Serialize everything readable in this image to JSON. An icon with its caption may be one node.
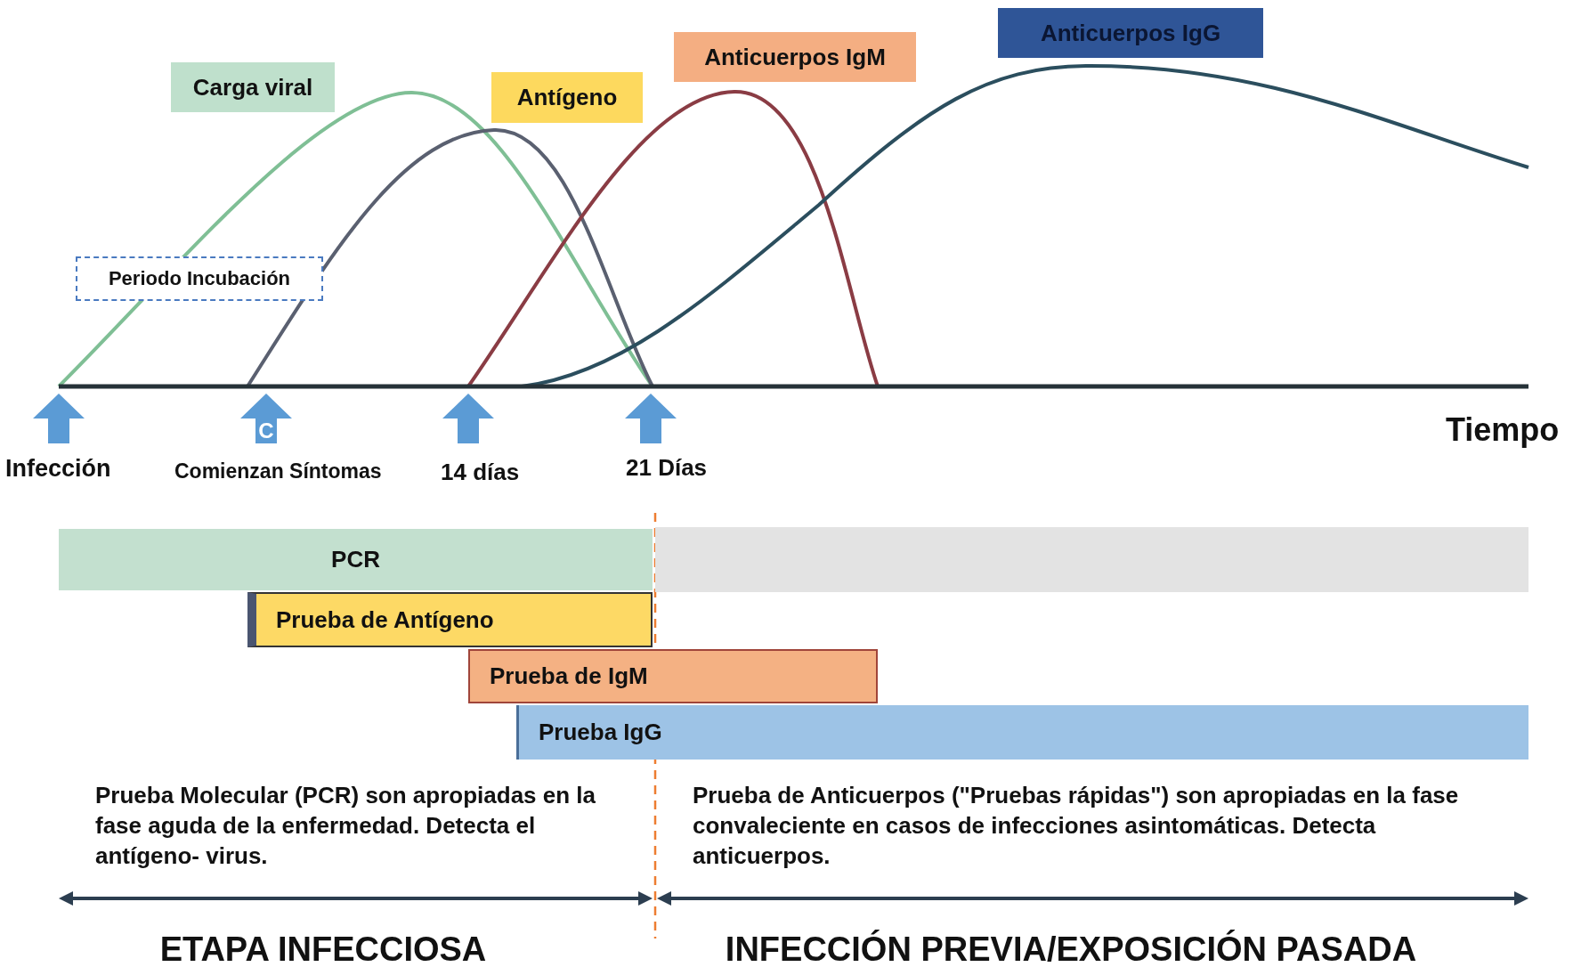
{
  "diagram": {
    "nodes": [
      {
        "text": [
          "Carga viral"
        ]
      },
      {
        "text": [
          "Antígeno"
        ]
      },
      {
        "text": [
          "Anticuerpos IgM"
        ]
      },
      {
        "text": [
          "Anticuerpos IgG"
        ]
      },
      {
        "text": [
          "Periodo Incubación"
        ]
      },
      {
        "text": [
          "PCR"
        ]
      },
      {
        "text": [],
        "shape": "bar"
      },
      {
        "text": [
          "Prueba de Antígeno"
        ]
      },
      {
        "text": [
          "Prueba de IgM"
        ]
      },
      {
        "text": [
          "Prueba  IgG"
        ]
      }
    ],
    "labels": [
      "C",
      "Tiempo",
      "Infección",
      "Comienzan Síntomas",
      "14 días",
      "21 Días",
      "Prueba  Molecular (PCR) son apropiadas en la fase aguda de la enfermedad. Detecta el antígeno- virus.",
      "Prueba de Anticuerpos  (\"Pruebas rápidas\") son apropiadas en la fase convaleciente en casos de infecciones asintomáticas. Detecta anticuerpos.",
      "ETAPA INFECCIOSA",
      "INFECCIÓN PREVIA/EXPOSICIÓN PASADA"
    ]
  }
}
